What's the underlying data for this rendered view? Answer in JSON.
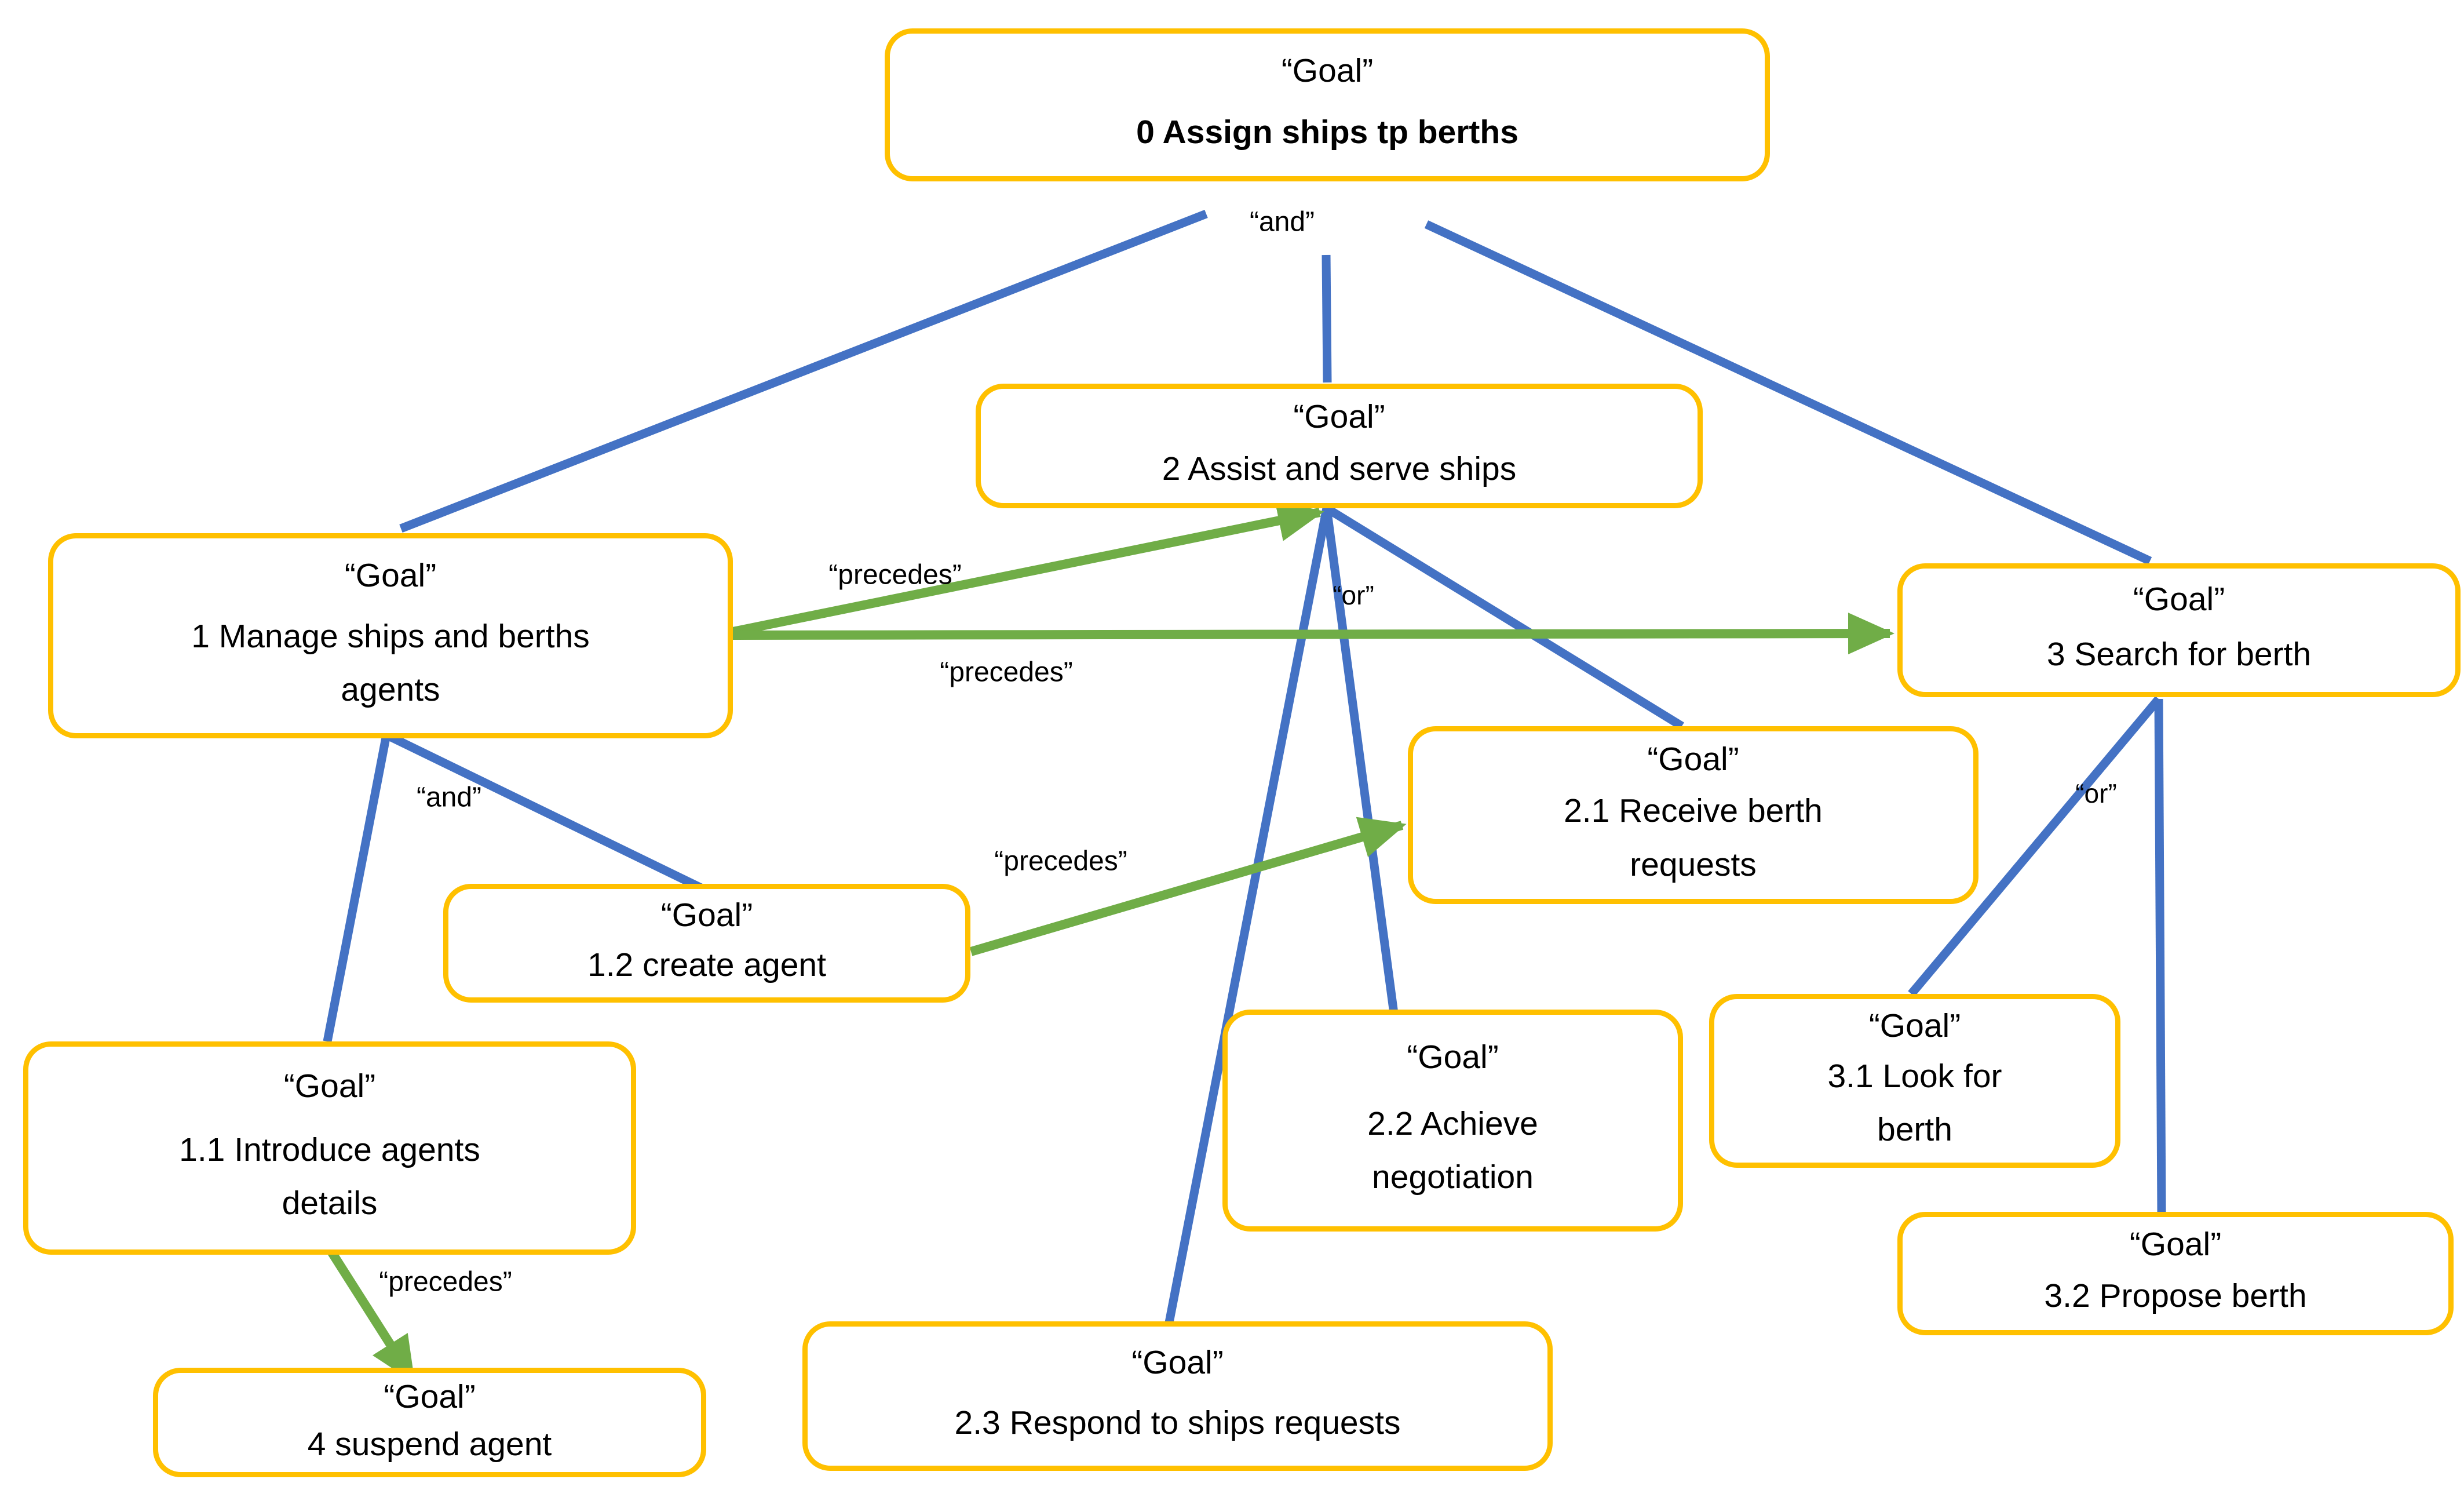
{
  "diagram_type": "goal-decomposition-diagram",
  "colors": {
    "box_border": "#FFC000",
    "decomposition_line": "#4472C4",
    "precedes_arrow": "#70AD47",
    "text": "#000000",
    "background": "#FFFFFF"
  },
  "nodes": {
    "g0": {
      "type_label": "“Goal”",
      "name": "0 Assign ships tp berths"
    },
    "g1": {
      "type_label": "“Goal”",
      "name": "1 Manage ships and berths\nagents"
    },
    "g2": {
      "type_label": "“Goal”",
      "name": "2 Assist and serve ships"
    },
    "g3": {
      "type_label": "“Goal”",
      "name": "3 Search for berth"
    },
    "g1_1": {
      "type_label": "“Goal”",
      "name": "1.1 Introduce agents\ndetails"
    },
    "g1_2": {
      "type_label": "“Goal”",
      "name": "1.2 create agent"
    },
    "g2_1": {
      "type_label": "“Goal”",
      "name": "2.1 Receive berth\nrequests"
    },
    "g2_2": {
      "type_label": "“Goal”",
      "name": "2.2 Achieve\nnegotiation"
    },
    "g2_3": {
      "type_label": "“Goal”",
      "name": "2.3 Respond to ships requests"
    },
    "g3_1": {
      "type_label": "“Goal”",
      "name": "3.1 Look for\nberth"
    },
    "g3_2": {
      "type_label": "“Goal”",
      "name": "3.2 Propose berth"
    },
    "g4": {
      "type_label": "“Goal”",
      "name": "4 suspend agent"
    }
  },
  "edge_labels": {
    "and_root": "“and”",
    "and_g1": "“and”",
    "or_g2": "“or”",
    "or_g3": "“or”",
    "precedes_g1_g2": "“precedes”",
    "precedes_g1_g3": "“precedes”",
    "precedes_g12_g21": "“precedes”",
    "precedes_g11_g4": "“precedes”"
  }
}
